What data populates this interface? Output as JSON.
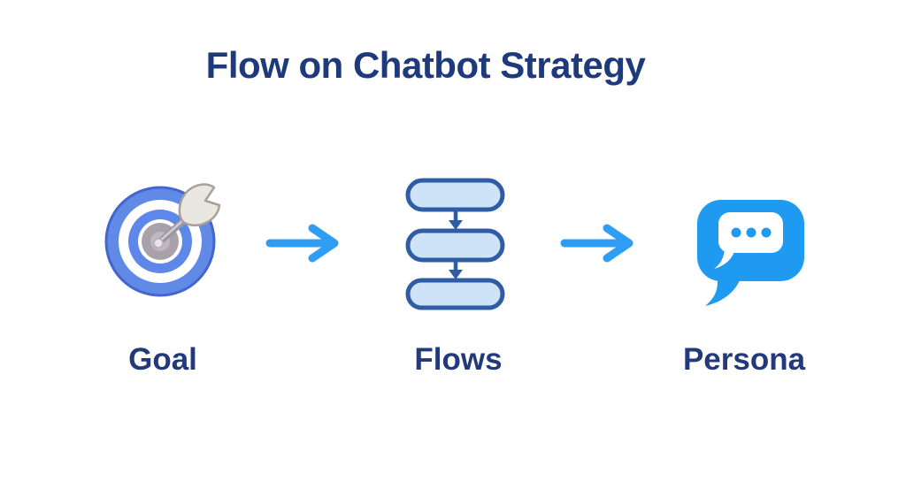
{
  "title": "Flow on Chatbot Strategy",
  "diagram": {
    "nodes": [
      {
        "id": "goal",
        "label": "Goal",
        "icon": "target-dart-icon"
      },
      {
        "id": "flows",
        "label": "Flows",
        "icon": "flowchart-icon"
      },
      {
        "id": "persona",
        "label": "Persona",
        "icon": "chat-bubble-icon"
      }
    ],
    "connectors": [
      {
        "from": "Goal",
        "to": "Flows",
        "type": "arrow-right"
      },
      {
        "from": "Flows",
        "to": "Persona",
        "type": "arrow-right"
      }
    ]
  },
  "colors": {
    "background": "#ffffff",
    "title_text": "#1e3a7c",
    "label_text": "#22397b",
    "arrow_blue": "#2f9df3",
    "chat_bubble_blue": "#1e9af0",
    "target_ring_blue": "#6189e6",
    "target_ring_outline": "#4365cd",
    "target_center_gray": "#a9a1a9",
    "flow_pill_fill": "#cfe3f8",
    "flow_pill_stroke": "#2e5da5",
    "dart_fletching": "#eae7e1"
  }
}
